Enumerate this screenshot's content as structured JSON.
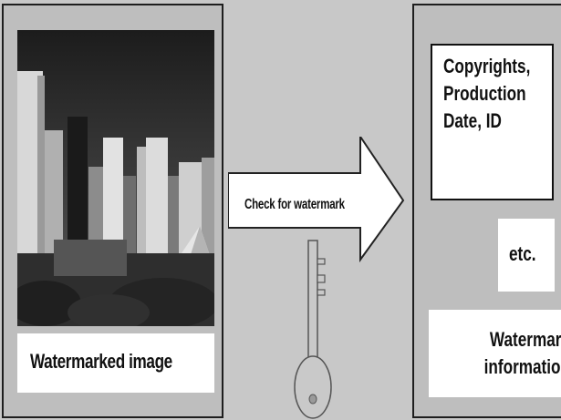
{
  "left_panel": {
    "caption": "Watermarked image",
    "photo_subject": "city-skyline-photo"
  },
  "arrow": {
    "label": "Check for watermark"
  },
  "key": {
    "icon": "key-icon"
  },
  "right_panel": {
    "info_text": "Copyrights,\nProduction\nDate, ID",
    "etc_label": "etc.",
    "caption": "Watermark\ninformation"
  },
  "colors": {
    "background": "#c8c8c8",
    "panel": "#bebebe",
    "box": "#ffffff",
    "outline": "#1e1e1e"
  }
}
